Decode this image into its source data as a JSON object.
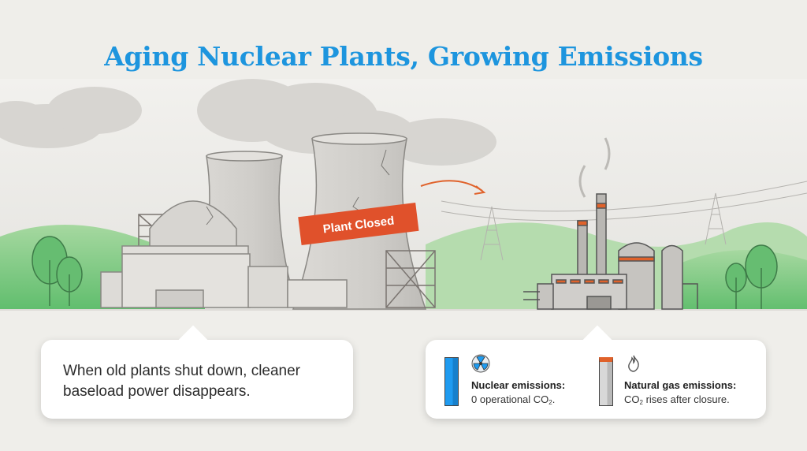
{
  "title": "Aging Nuclear Plants, Growing Emissions",
  "banner": "Plant Closed",
  "left_card": {
    "text": "When old plants shut down, cleaner baseload power disappears."
  },
  "right_card": {
    "nuclear": {
      "icon": "radiation-icon",
      "label": "Nuclear emissions:",
      "value_prefix": "0 operational CO",
      "value_sub": "2",
      "value_suffix": ".",
      "bar_color": "#1f9bf0"
    },
    "gas": {
      "icon": "flame-icon",
      "label": "Natural gas emissions:",
      "value_prefix": "CO",
      "value_sub": "2",
      "value_suffix": " rises after closure.",
      "bar_color": "#d8d8d8",
      "cap_color": "#e0622b"
    }
  },
  "colors": {
    "title": "#1d95de",
    "banner": "#e0512b",
    "hills": "#7cc87d",
    "background": "#efeeea"
  }
}
